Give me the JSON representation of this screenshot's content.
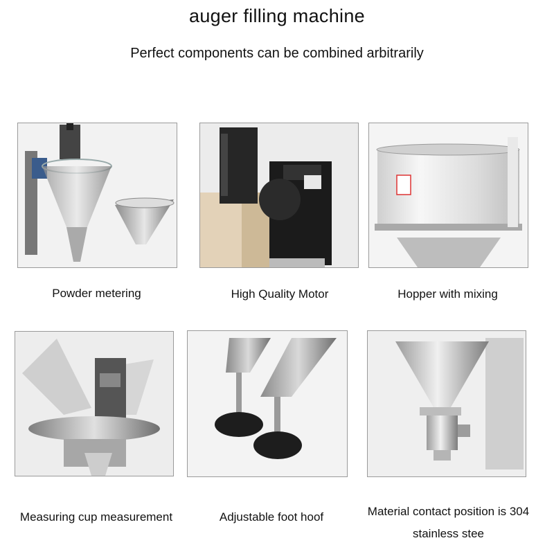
{
  "header": {
    "title": "auger filling machine",
    "subtitle": "Perfect components can be combined arbitrarily"
  },
  "panels": [
    {
      "caption": "Powder metering",
      "image": "auger-hopper-cones-photo"
    },
    {
      "caption": "High Quality Motor",
      "image": "servo-motor-photo"
    },
    {
      "caption": "Hopper with mixing",
      "image": "transparent-hopper-photo"
    },
    {
      "caption": "Measuring cup measurement",
      "image": "measuring-cup-photo"
    },
    {
      "caption": "Adjustable foot hoof",
      "image": "adjustable-feet-photo"
    },
    {
      "caption_line1": "Material contact position is 304",
      "caption_line2": "stainless stee",
      "image": "stainless-funnel-photo"
    }
  ]
}
